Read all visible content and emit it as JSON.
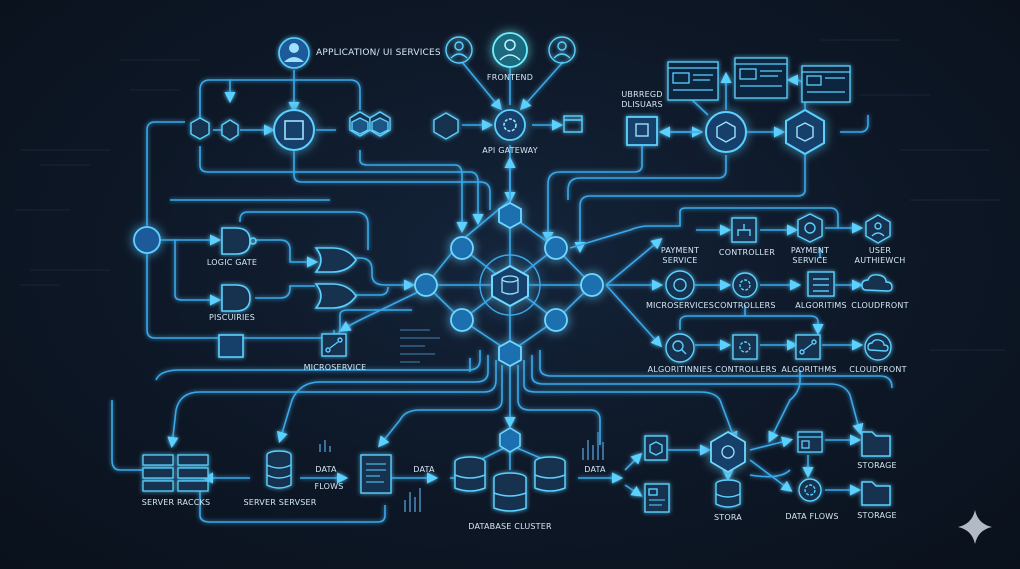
{
  "colors": {
    "background": "#0d1726",
    "line": "#3aa8e8",
    "line_bright": "#5cd0ff",
    "node_fill": "#1a4a78",
    "node_glow": "#45c6ff",
    "text": "#d4e8f5"
  },
  "labels": {
    "application_ui_services": "APPLICATION/ UI SERVICES",
    "frontend": "FRONTEND",
    "api_gateway": "API GATEWAY",
    "ubrregd_dlisuars": "UBRREGD\nDLISUARS",
    "logic_gate": "LOGIC GATE",
    "piscuiries": "PISCUIRIES",
    "microservice": "MICROSERVICE",
    "payment_service_1": "PAYMENT\nSERVICE",
    "controller": "CONTROLLER",
    "payment_service_2": "PAYMENT\nSERVICE",
    "user_authiewch": "USER\nAUTHIEWCH",
    "microservices": "MICROSERVICES",
    "controllers_1": "CONTROLLERS",
    "algoritims": "ALGORITIMS",
    "cloudfront_1": "CLOUDFRONT",
    "algoritinnies": "ALGORITINNIES",
    "controllers_2": "CONTROLLERS",
    "algorithms": "ALGORITHMS",
    "cloudfront_2": "CLOUDFRONT",
    "server_raccks": "SERVER RACCKS",
    "server_servser": "SERVER SERVSER",
    "data_1": "DATA",
    "flows": "FLOWS",
    "data_2": "DATA",
    "data_3": "DATA",
    "database_cluster": "DATABASE CLUSTER",
    "stora": "STORA",
    "data_flows": "DATA FLOWS",
    "storage_1": "STORAGE",
    "storage_2": "STORAGE"
  },
  "icons": {
    "user": "user-icon",
    "hexagon": "hexagon-icon",
    "gear": "gear-icon",
    "browser": "browser-window-icon",
    "cube": "cube-icon",
    "database": "database-icon",
    "server": "server-rack-icon",
    "document": "document-icon",
    "folder": "folder-icon",
    "cloud": "cloud-icon",
    "search": "search-icon",
    "hierarchy": "hierarchy-icon",
    "logic_gate": "logic-gate-icon",
    "sparkle": "sparkle-icon"
  }
}
